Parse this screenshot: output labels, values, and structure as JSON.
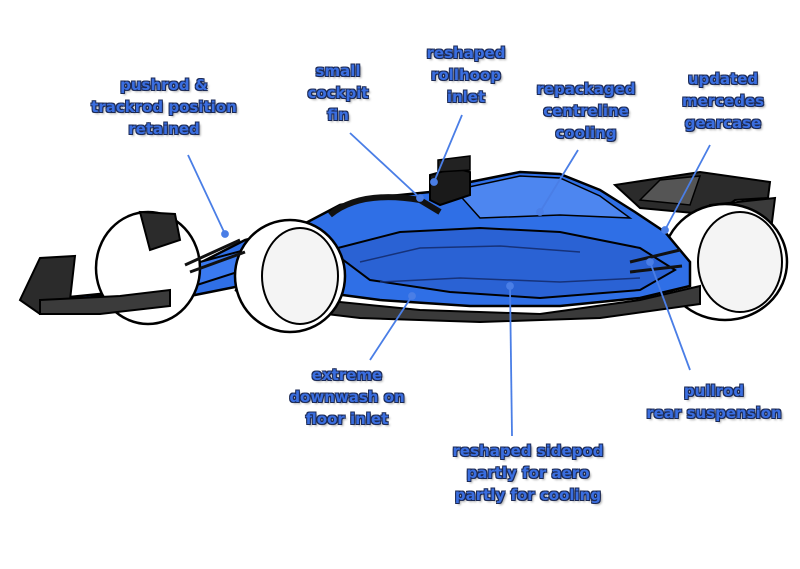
{
  "annotations": {
    "pushrod": [
      "pushrod &",
      "trackrod position",
      "retained"
    ],
    "cockpit_fin": [
      "small",
      "cockpit",
      "fin"
    ],
    "rollhoop": [
      "reshaped",
      "rollhoop",
      "inlet"
    ],
    "centreline": [
      "repackaged",
      "centreline",
      "cooling"
    ],
    "gearcase": [
      "updated",
      "mercedes",
      "gearcase"
    ],
    "downwash": [
      "extreme",
      "downwash on",
      "floor inlet"
    ],
    "sidepod": [
      "reshaped sidepod",
      "partly for aero",
      "partly for cooling"
    ],
    "pullrod": [
      "pullrod",
      "rear suspension"
    ]
  },
  "colors": {
    "livery": "#2f6fe6",
    "livery_dark": "#1f4fb8",
    "carbon": "#2b2b2b",
    "label": "#3a6ee0"
  }
}
